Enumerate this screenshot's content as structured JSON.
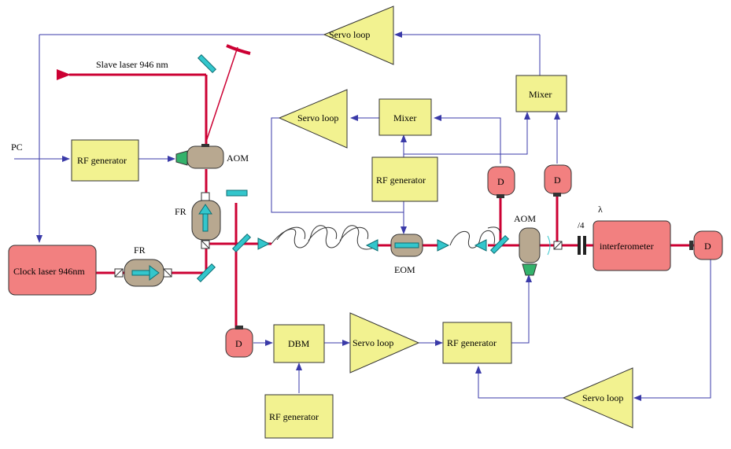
{
  "labels": {
    "servo_loop": "Servo loop",
    "mixer": "Mixer",
    "rf_generator": "RF generator",
    "dbm": "DBM",
    "detector": "D",
    "fr": "FR",
    "aom": "AOM",
    "eom": "EOM",
    "pc": "PC",
    "slave_laser": "Slave laser 946 nm",
    "clock_laser": "Clock laser 946nm",
    "interferometer": "interferometer",
    "lambda": "λ",
    "quarter": "/4"
  },
  "colors": {
    "beam": "#cc0033",
    "signal": "#3a3aa8",
    "box_yellow": "#f2f290",
    "box_red": "#f28080",
    "mirror": "#33c6cc"
  }
}
